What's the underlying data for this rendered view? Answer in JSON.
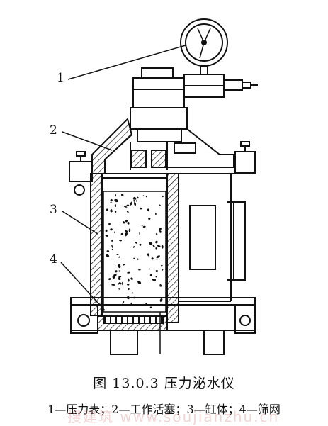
{
  "labels": {
    "l1": "1",
    "l2": "2",
    "l3": "3",
    "l4": "4"
  },
  "caption": "图 13.0.3   压力泌水仪",
  "legend": "1—压力表；2—工作活塞；3—缸体；4—筛网",
  "watermark": "搜建筑 www.soujianzhu.cn"
}
